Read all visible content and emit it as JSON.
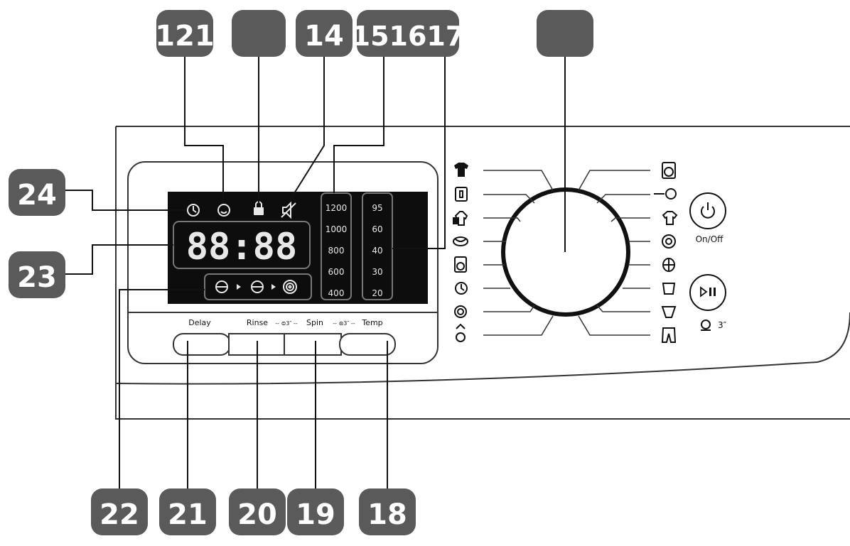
{
  "callouts": {
    "c_121": "121",
    "c_blank_top": "",
    "c_14": "14",
    "c_151617": "151617",
    "c_blank_knob": "",
    "c_24": "24",
    "c_23": "23",
    "c_22": "22",
    "c_21": "21",
    "c_20": "20",
    "c_19": "19",
    "c_18": "18"
  },
  "display": {
    "digits": "88:88",
    "spin_values": [
      "1200",
      "1000",
      "800",
      "600",
      "400"
    ],
    "temp_values": [
      "95",
      "60",
      "40",
      "30",
      "20"
    ]
  },
  "buttons": {
    "delay": "Delay",
    "rinse": "Rinse",
    "rinse_sep": "-- ⊜3″ --",
    "spin": "Spin",
    "spin_sep": "-- ⊛3″ --",
    "temp": "Temp",
    "on_off": "On/Off",
    "hold_time": "3″"
  },
  "programs_left": [
    "cotton-icon",
    "synthetic-icon",
    "mixed-icon",
    "wool-icon",
    "drum-clean-icon",
    "quick-icon",
    "spin-icon",
    "rinse-icon"
  ],
  "programs_right": [
    "my-cycle-icon",
    "steam-icon",
    "shirts-icon",
    "eco-icon",
    "sportswear-icon",
    "baby-icon",
    "delicates-icon",
    "jeans-icon"
  ],
  "colors": {
    "badge": "#5a5a5a",
    "badge_text": "#ffffff",
    "display_bg": "#0d0d0d",
    "display_fg": "#e8e8e8",
    "line": "#222222"
  }
}
